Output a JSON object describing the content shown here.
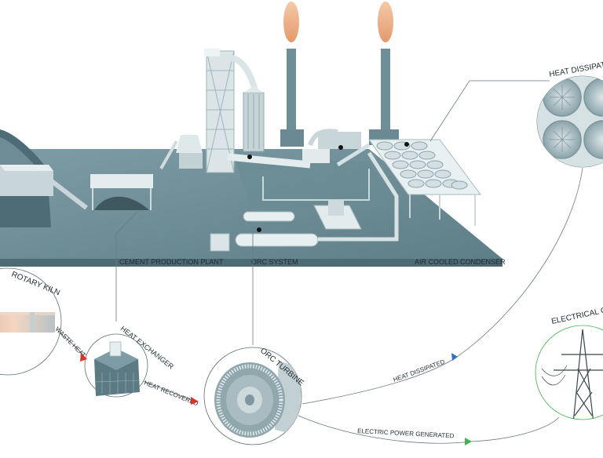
{
  "plant_labels": {
    "cement": "CEMENT PRODUCTION PLANT",
    "orc": "ORC SYSTEM",
    "condenser": "AIR COOLED CONDENSER"
  },
  "nodes": {
    "rotary_kiln": "ROTARY KILN",
    "heat_exchanger": "HEAT EXCHANGER",
    "orc_turbine": "ORC TURBINE",
    "heat_dissipation": "HEAT DISSIPATION",
    "electrical_grid": "ELECTRICAL GRID"
  },
  "flows": {
    "waste_heat": "WASTE HEAT",
    "heat_recovered": "HEAT RECOVERED",
    "heat_dissipated": "HEAT DISSIPATED",
    "electric_power": "ELECTRIC POWER GENERATED"
  },
  "colors": {
    "waste_heat_arrow": "#d9342b",
    "heat_dissipated_arrow": "#2f6fc4",
    "electric_arrow": "#3fb44a",
    "plant_base": "#6f8f98",
    "plant_structure": "#a9c2c7"
  }
}
